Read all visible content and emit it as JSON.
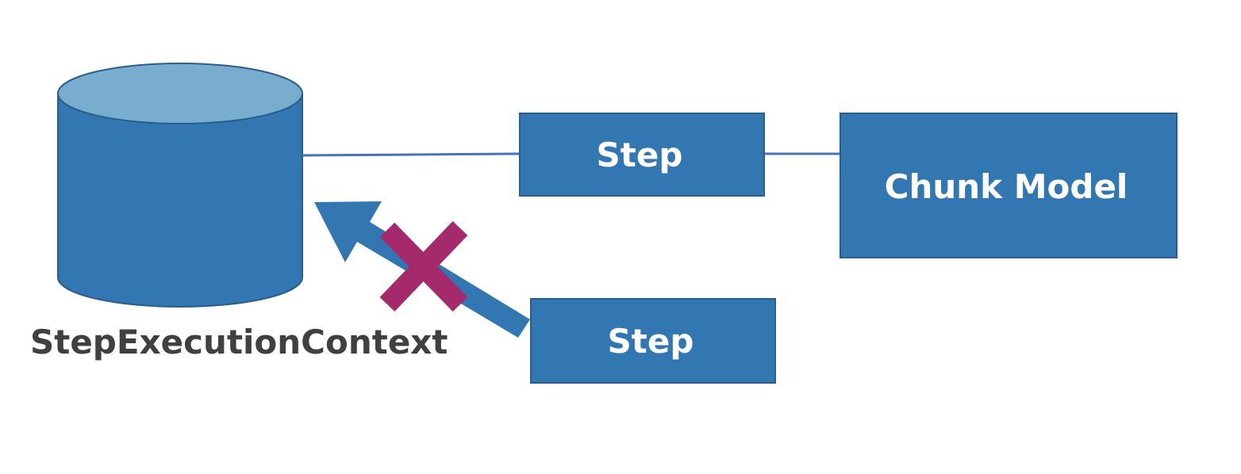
{
  "database": {
    "label": "StepExecutionContext"
  },
  "steps": [
    {
      "label": "Step"
    },
    {
      "label": "Step"
    }
  ],
  "chunk_model": {
    "label": "Chunk Model"
  },
  "colors": {
    "box_fill": "#3277b2",
    "box_stroke": "#2a5c8c",
    "cylinder_top": "#78adcf",
    "connector": "#4a72b8",
    "arrow": "#3277b2",
    "cross": "#a52a6b",
    "db_label": "#404040",
    "box_text": "#ffffff"
  }
}
